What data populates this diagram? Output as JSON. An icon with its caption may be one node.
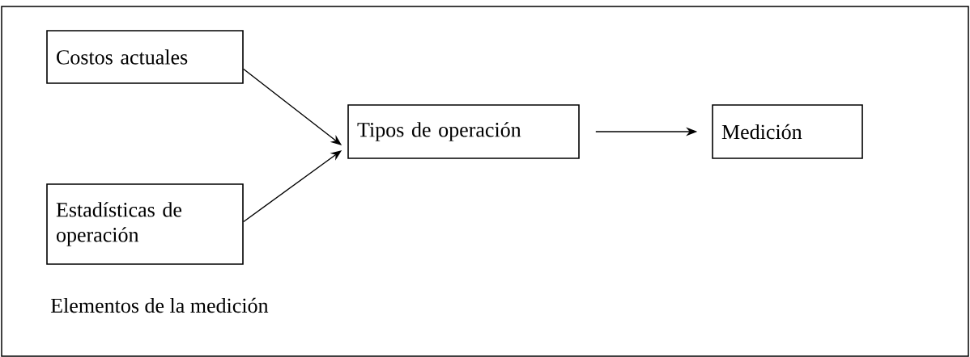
{
  "diagram": {
    "caption": "Elementos de la medición",
    "nodes": [
      {
        "text": [
          "Costos actuales"
        ]
      },
      {
        "text": [
          "Estadísticas de operación"
        ]
      },
      {
        "text": [
          "Tipos de operación"
        ]
      },
      {
        "text": [
          "Medición"
        ]
      }
    ],
    "edges": [
      {
        "from": 0,
        "to": 2,
        "arrow": "to"
      },
      {
        "from": 1,
        "to": 2,
        "arrow": "to"
      },
      {
        "from": 2,
        "to": 3,
        "arrow": "to"
      }
    ]
  }
}
